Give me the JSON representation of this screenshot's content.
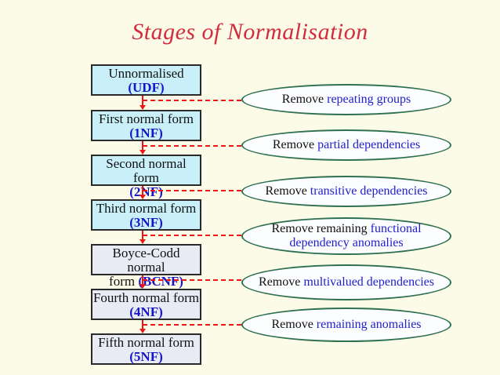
{
  "title": "Stages of Normalisation",
  "colors": {
    "background": "#fbfbe7",
    "title_red": "#d22c3e",
    "connector_red": "#ed1515",
    "box_fill_cyan": "#c9f0f9",
    "box_fill_lavender": "#e9ebf4",
    "box_border": "#2a2a2a",
    "box_blue_text": "#1616c8",
    "ellipse_border_green": "#2e7050",
    "ellipse_fill": "#fcfdff",
    "ellipse_blue_text": "#2020cc"
  },
  "boxes": [
    {
      "line1": "Unnormalised",
      "line2_black": "",
      "line2_blue": "(UDF)"
    },
    {
      "line1": "First normal form",
      "line2_black": "",
      "line2_blue": "(1NF)"
    },
    {
      "line1": "Second normal form",
      "line2_black": "",
      "line2_blue": "(2NF)"
    },
    {
      "line1": "Third normal form",
      "line2_black": "",
      "line2_blue": "(3NF)"
    },
    {
      "line1": "Boyce-Codd normal",
      "line2_black": "form ",
      "line2_blue": "(BCNF)"
    },
    {
      "line1": "Fourth normal form",
      "line2_black": "",
      "line2_blue": "(4NF)"
    },
    {
      "line1": "Fifth normal form",
      "line2_black": "",
      "line2_blue": "(5NF)"
    }
  ],
  "ellipses": [
    {
      "black": "Remove ",
      "blue": "repeating groups"
    },
    {
      "black": "Remove ",
      "blue": "partial dependencies"
    },
    {
      "black": "Remove ",
      "blue": "transitive dependencies"
    },
    {
      "black": "Remove remaining ",
      "blue": "functional dependency anomalies"
    },
    {
      "black": "Remove ",
      "blue": "multivalued dependencies"
    },
    {
      "black": "Remove ",
      "blue": "remaining anomalies"
    }
  ]
}
